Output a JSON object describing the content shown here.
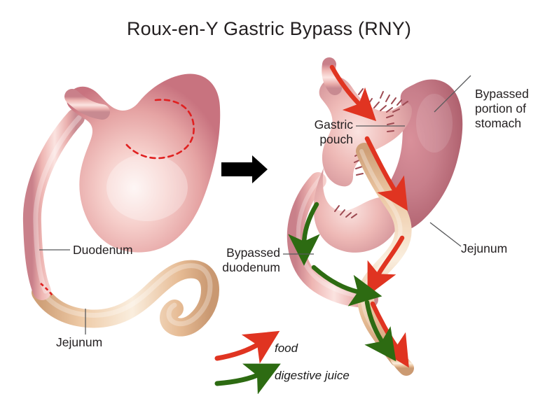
{
  "title": "Roux-en-Y Gastric Bypass (RNY)",
  "labels": {
    "duodenum_left": "Duodenum",
    "jejunum_left": "Jejunum",
    "gastric_pouch": "Gastric\npouch",
    "bypassed_stomach": "Bypassed\nportion of\nstomach",
    "bypassed_duodenum": "Bypassed\nduodenum",
    "jejunum_right": "Jejunum"
  },
  "legend": {
    "food": "food",
    "digestive_juice": "digestive juice"
  },
  "colors": {
    "stomach_light": "#f1b9b5",
    "stomach_mid": "#dd9a9c",
    "stomach_dark": "#c0707e",
    "intestine_tan": "#e8bf9b",
    "intestine_tan_dark": "#cfa07a",
    "cut_line_red": "#e02020",
    "food_arrow": "#e03421",
    "juice_arrow": "#2d6b12",
    "leader_line": "#58595b",
    "transition_arrow": "#000000",
    "text": "#231f20",
    "background": "#ffffff"
  },
  "diagram": {
    "type": "medical-illustration",
    "panels": [
      {
        "name": "normal-anatomy",
        "side": "left"
      },
      {
        "name": "post-rny-anatomy",
        "side": "right"
      }
    ],
    "transition_arrow": "right-arrow"
  }
}
